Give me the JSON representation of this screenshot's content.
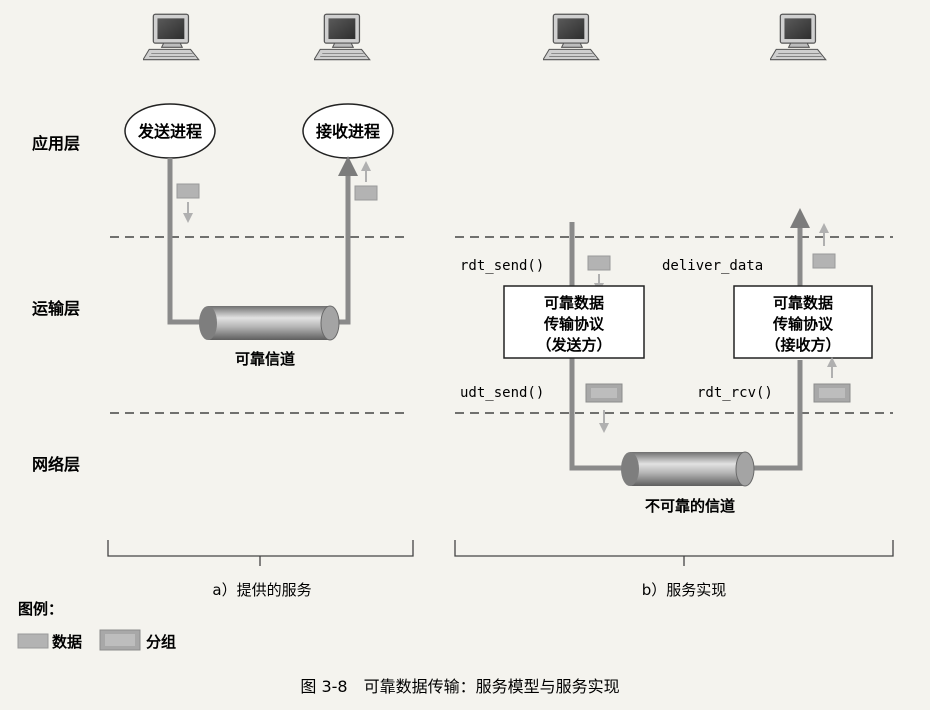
{
  "layers": {
    "application": "应用层",
    "transport": "运输层",
    "network": "网络层"
  },
  "part_a": {
    "sending_process": "发送进程",
    "receiving_process": "接收进程",
    "reliable_channel": "可靠信道",
    "caption": "a）提供的服务"
  },
  "part_b": {
    "rdt_send": "rdt_send()",
    "deliver_data": "deliver_data",
    "udt_send": "udt_send()",
    "rdt_rcv": "rdt_rcv()",
    "sender_box": {
      "line1": "可靠数据",
      "line2": "传输协议",
      "line3": "（发送方）"
    },
    "receiver_box": {
      "line1": "可靠数据",
      "line2": "传输协议",
      "line3": "（接收方）"
    },
    "unreliable_channel": "不可靠的信道",
    "caption": "b）服务实现"
  },
  "legend": {
    "title": "图例：",
    "data": "数据",
    "packet": "分组"
  },
  "figure_caption": "图 3-8　可靠数据传输：服务模型与服务实现",
  "colors": {
    "pipe": "#8f8f8f",
    "arrow": "#8a8a8a",
    "data_block": "#b3b3b3",
    "packet_block": "#a8a8a8",
    "dash": "#222222"
  }
}
